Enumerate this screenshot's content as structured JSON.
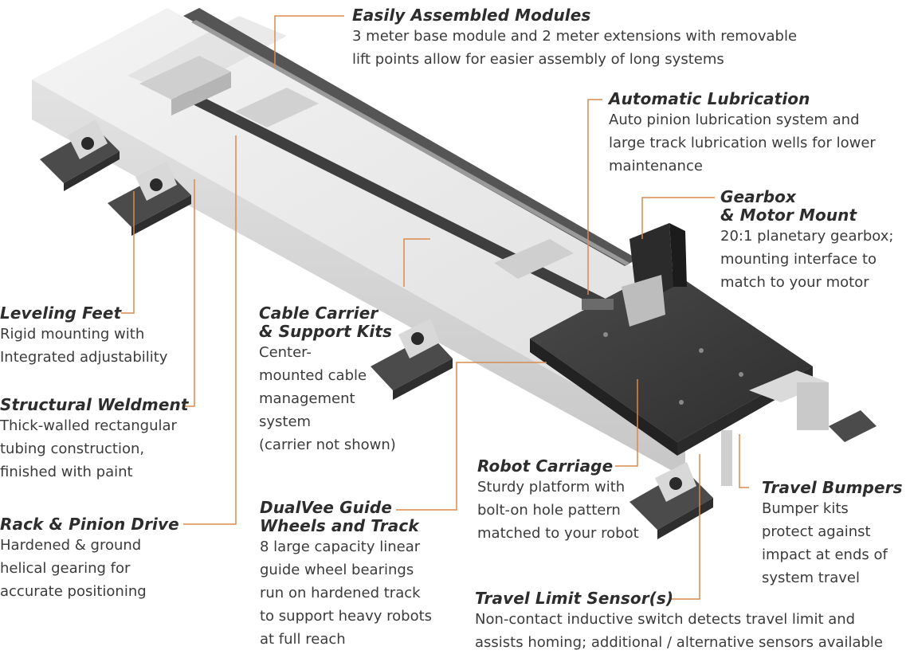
{
  "colors": {
    "leader": "#d98a4e",
    "heading": "#2d2d2d",
    "body": "#3b3b3b",
    "carriage": "#3a3a3a",
    "rail": "#e9e9e9",
    "rack": "#4a4a4a"
  },
  "callouts": {
    "modules": {
      "title": "Easily Assembled Modules",
      "body": "3 meter base module and 2 meter extensions with removable\nlift points allow for easier assembly of long systems"
    },
    "lubrication": {
      "title": "Automatic Lubrication",
      "body": "Auto pinion lubrication system and\nlarge track lubrication wells for lower\nmaintenance"
    },
    "gearbox": {
      "title": "Gearbox\n& Motor Mount",
      "body": "20:1 planetary gearbox;\nmounting interface to\nmatch to your motor"
    },
    "leveling": {
      "title": "Leveling Feet",
      "body": "Rigid mounting with\nIntegrated adjustability"
    },
    "cable": {
      "title": "Cable Carrier\n& Support Kits",
      "body": "Center-\nmounted cable\nmanagement\nsystem\n(carrier not shown)"
    },
    "weldment": {
      "title": "Structural Weldment",
      "body": "Thick-walled rectangular\ntubing construction,\nfinished with paint"
    },
    "carriage": {
      "title": "Robot Carriage",
      "body": "Sturdy platform with\nbolt-on hole pattern\nmatched to your robot"
    },
    "bumpers": {
      "title": "Travel Bumpers",
      "body": "Bumper kits\nprotect against\nimpact at ends of\nsystem travel"
    },
    "rack": {
      "title": "Rack & Pinion Drive",
      "body": "Hardened & ground\nhelical gearing for\naccurate positioning"
    },
    "guide": {
      "title": "DualVee Guide\nWheels and Track",
      "body": "8 large capacity linear\nguide wheel bearings\nrun on hardened track\nto support heavy robots\nat full reach"
    },
    "sensor": {
      "title": "Travel Limit Sensor(s)",
      "body": "Non-contact inductive switch detects travel limit and\nassists homing; additional / alternative sensors available"
    }
  }
}
